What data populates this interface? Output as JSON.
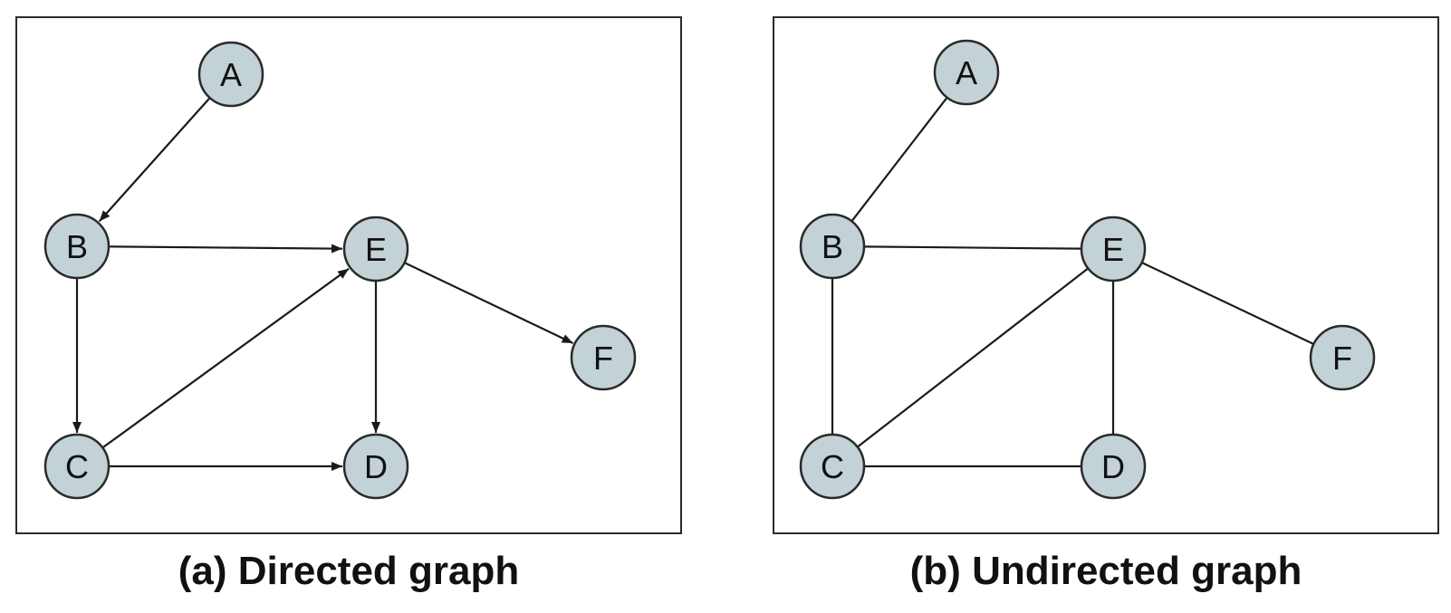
{
  "colors": {
    "node_fill": "#c3d2d6",
    "stroke": "#2a2a2a",
    "edge": "#1a1a1a"
  },
  "panels": [
    {
      "id": "a",
      "directed": true,
      "caption": "(a) Directed graph",
      "nodes": [
        "A",
        "B",
        "C",
        "D",
        "E",
        "F"
      ],
      "edges": [
        [
          "A",
          "B"
        ],
        [
          "B",
          "E"
        ],
        [
          "B",
          "C"
        ],
        [
          "C",
          "E"
        ],
        [
          "C",
          "D"
        ],
        [
          "E",
          "D"
        ],
        [
          "E",
          "F"
        ]
      ]
    },
    {
      "id": "b",
      "directed": false,
      "caption": "(b) Undirected graph",
      "nodes": [
        "A",
        "B",
        "C",
        "D",
        "E",
        "F"
      ],
      "edges": [
        [
          "A",
          "B"
        ],
        [
          "B",
          "E"
        ],
        [
          "B",
          "C"
        ],
        [
          "C",
          "E"
        ],
        [
          "C",
          "D"
        ],
        [
          "E",
          "D"
        ],
        [
          "E",
          "F"
        ]
      ]
    }
  ]
}
